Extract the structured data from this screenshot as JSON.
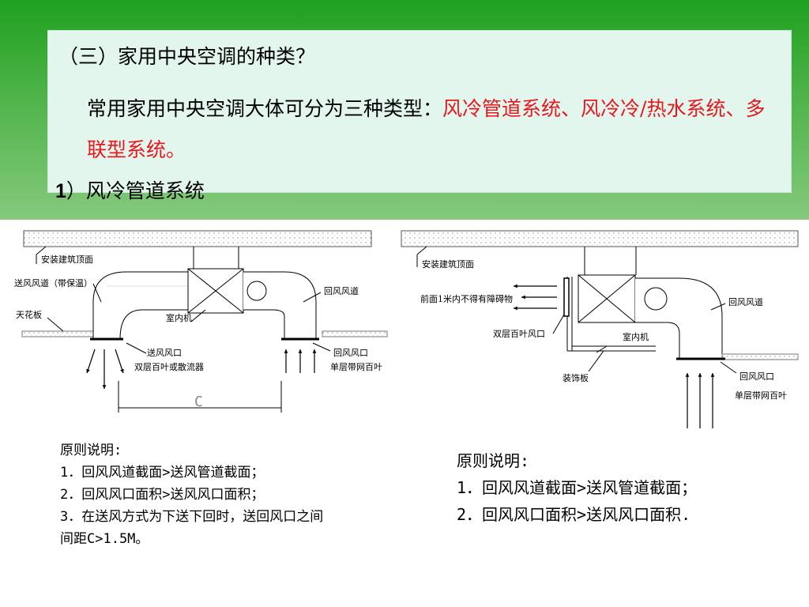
{
  "slide": {
    "heading": "（三）家用中央空调的种类？",
    "intro_lead": "常用家用中央空调大体可分为三种类型：",
    "intro_highlight": "风冷管道系统、风冷冷/热水系统、多联型系统。",
    "subheading_number": "1",
    "subheading_text": "）风冷管道系统"
  },
  "diagram_left": {
    "labels": {
      "ceiling": "安装建筑顶面",
      "supply_duct": "送风风道（带保温）",
      "ceiling_board": "天花板",
      "indoor_unit": "室内机",
      "return_duct": "回风风道",
      "supply_outlet": "送风风口",
      "supply_outlet_type": "双层百叶或散流器",
      "return_outlet": "回风风口",
      "return_outlet_type": "单层带网百叶",
      "distance": "C"
    },
    "notes": [
      "原则说明:",
      "1．回风风道截面>送风管道截面；",
      "2．回风风口面积>送风风口面积；",
      "3．在送风方式为下送下回时，送回风口之间",
      "间距C>1.5M。"
    ]
  },
  "diagram_right": {
    "labels": {
      "ceiling": "安装建筑顶面",
      "obstacle": "前面1米内不得有障碍物",
      "supply_outlet": "双层百叶风口",
      "indoor_unit": "室内机",
      "return_duct": "回风风道",
      "decor_board": "装饰板",
      "return_outlet": "回风风口",
      "return_outlet_type": "单层带网百叶"
    },
    "notes": [
      "原则说明:",
      "1．回风风道截面>送风管道截面；",
      "2．回风风口面积>送风风口面积."
    ]
  },
  "colors": {
    "header_green": "#1fa01f",
    "panel_bg": "#e3f6ee",
    "highlight_red": "#e8161d"
  }
}
